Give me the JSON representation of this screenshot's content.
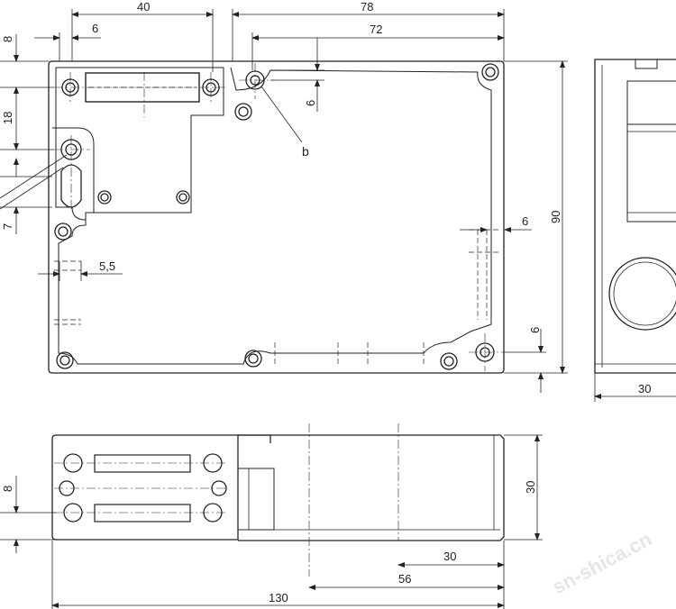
{
  "dimensions": {
    "top_40": "40",
    "top_78": "78",
    "top_6": "6",
    "top_72": "72",
    "left_8": "8",
    "left_18": "18",
    "left_7": "7",
    "mid_5_5": "5,5",
    "mid_6_vert": "6",
    "right_6_upper": "6",
    "right_6_lower": "6",
    "right_90": "90",
    "side_30": "30",
    "bottom_8": "8",
    "bottom_30_right": "30",
    "bottom_30": "30",
    "bottom_56": "56",
    "bottom_130": "130"
  },
  "labels": {
    "callout_b": "b"
  },
  "watermark": "sn-shica.cn"
}
